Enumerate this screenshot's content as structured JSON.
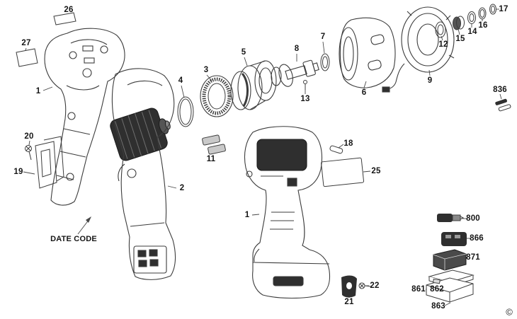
{
  "labels": {
    "p26": "26",
    "p27": "27",
    "p1_left": "1",
    "p20": "20",
    "p19": "19",
    "date_code": "DATE CODE",
    "p2": "2",
    "p4": "4",
    "p3": "3",
    "p11": "11",
    "p5": "5",
    "p8": "8",
    "p7": "7",
    "p13": "13",
    "p6": "6",
    "p9": "9",
    "p12": "12",
    "p15": "15",
    "p14": "14",
    "p16": "16",
    "p17": "17",
    "p836": "836",
    "p18": "18",
    "p25": "25",
    "p1_main": "1",
    "p21": "21",
    "p22": "22",
    "p800": "800",
    "p866": "866",
    "p871": "871",
    "p861": "861",
    "p862": "862",
    "p863": "863",
    "copyright": "©"
  },
  "colors": {
    "line": "#3c3c3c",
    "dark_fill": "#2f2f2f",
    "background": "#ffffff"
  }
}
